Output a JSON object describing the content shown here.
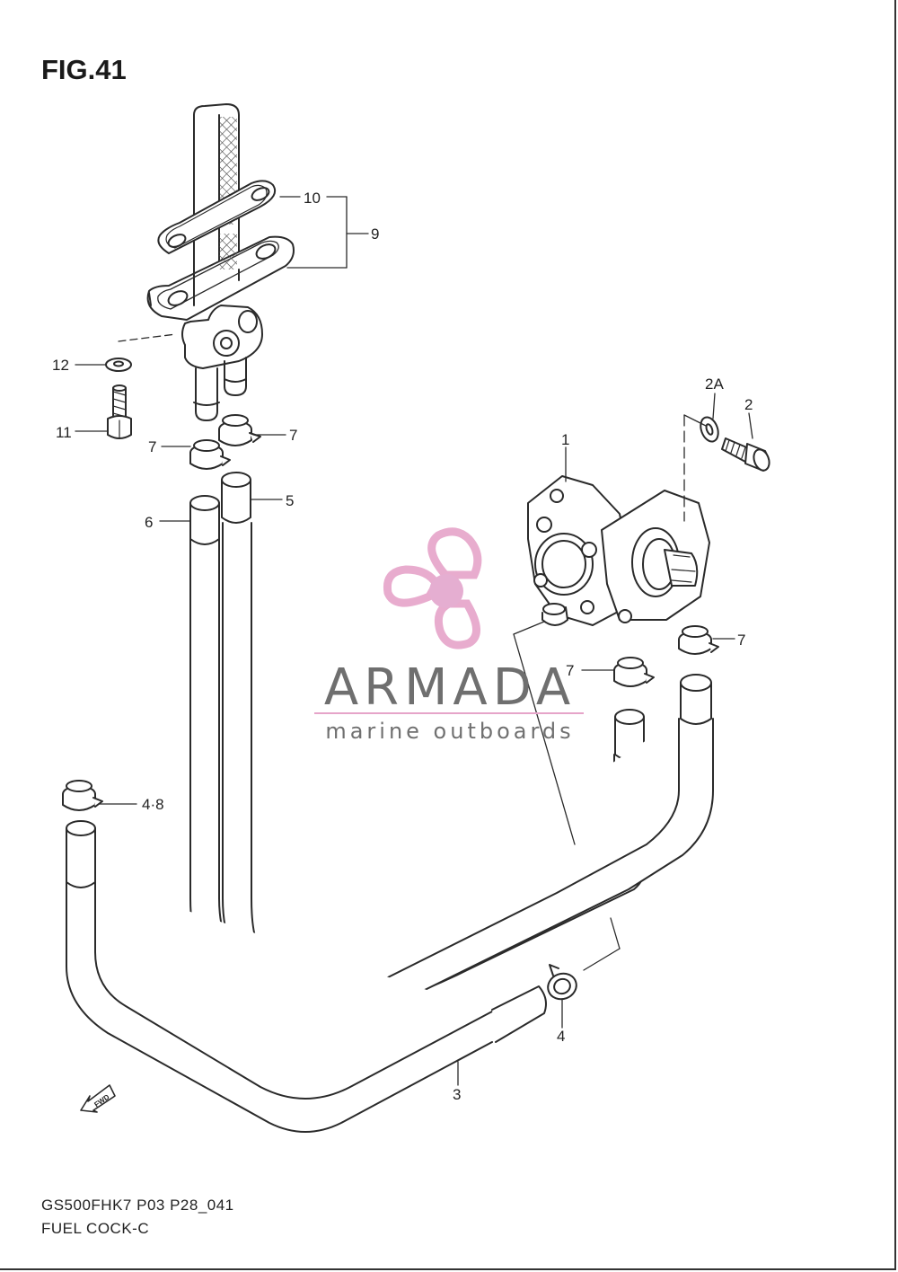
{
  "figure": {
    "title": "FIG.41"
  },
  "part_labels": [
    "10",
    "9",
    "12",
    "11",
    "7",
    "7",
    "5",
    "6",
    "2A",
    "2",
    "1",
    "7",
    "7",
    "4·8",
    "3",
    "4"
  ],
  "watermark": {
    "brand": "ARMADA",
    "tagline": "marine outboards",
    "accent_color": "#e6a4c9",
    "dot_color": "#e3a6cd",
    "text_color": "#6f6f6f",
    "icon": "propeller-logo-icon"
  },
  "fwd_badge": {
    "text": "FWD",
    "icon": "forward-arrow-icon"
  },
  "footer": {
    "code": "GS500FHK7 P03 P28_041",
    "name": "FUEL COCK-C"
  },
  "colors": {
    "line": "#2a2a2a",
    "background": "#ffffff"
  }
}
